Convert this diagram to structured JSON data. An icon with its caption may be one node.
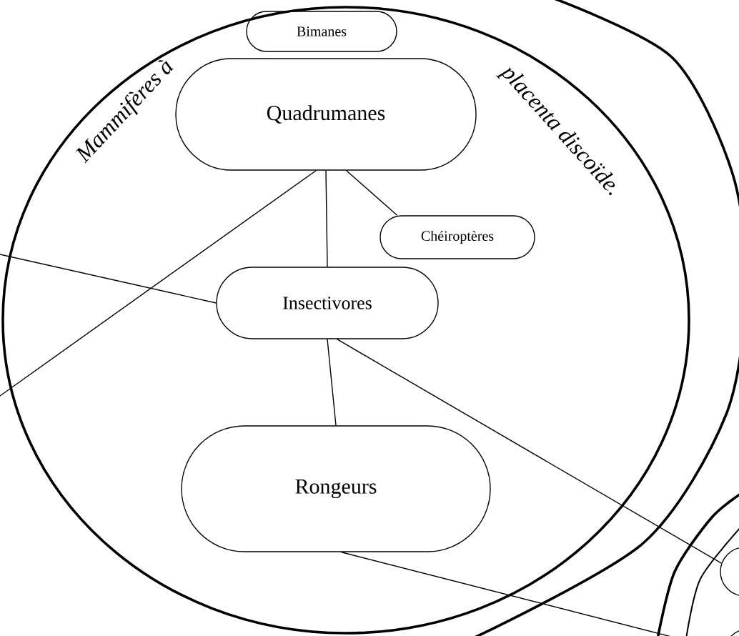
{
  "diagram": {
    "nodes": [
      {
        "text": [
          "Mammifères à",
          "placenta discoïde."
        ]
      },
      {
        "text": [
          "Bimanes"
        ],
        "in": 0
      },
      {
        "text": [
          "Quadrumanes"
        ],
        "in": 0
      },
      {
        "text": [
          "Chéiroptères"
        ],
        "in": 0
      },
      {
        "text": [
          "Insectivores"
        ],
        "in": 0
      },
      {
        "text": [
          "Rongeurs"
        ],
        "in": 0
      },
      {
        "text": [],
        "shape": "circle"
      },
      {
        "text": [],
        "shape": "circle"
      }
    ],
    "edges": [
      {
        "from": 2,
        "to": 4,
        "arrow": "none"
      },
      {
        "from": 2,
        "to": 3,
        "arrow": "none"
      },
      {
        "from": 2,
        "to": null,
        "arrow": "none"
      },
      {
        "from": 4,
        "to": null,
        "arrow": "none"
      },
      {
        "from": 4,
        "to": 5,
        "arrow": "none"
      },
      {
        "from": 4,
        "to": 6,
        "arrow": "none"
      },
      {
        "from": 5,
        "to": 7,
        "arrow": "none"
      }
    ]
  }
}
